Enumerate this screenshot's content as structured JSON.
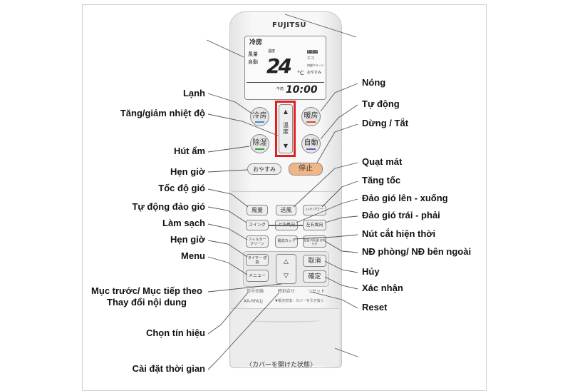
{
  "left_labels": [
    "Lạnh",
    "Tăng/giảm nhiệt độ",
    "Hút ẩm",
    "Hẹn giờ",
    "Tốc độ gió",
    "Tự động đảo gió",
    "Làm sạch",
    "Hẹn giờ",
    "Menu",
    "Mục trước/ Mục tiếp theo",
    "Thay đổi nội dung",
    "Chọn tín hiệu",
    "Cài đặt thời gian"
  ],
  "right_labels": [
    "Nóng",
    "Tự động",
    "Dừng / Tắt",
    "Quạt mát",
    "Tăng tốc",
    "Đảo gió lên - xuống",
    "Đảo gió trái - phải",
    "Nút cắt hiện thời",
    "NĐ phòng/ NĐ bên ngoài",
    "Hủy",
    "Xác nhận",
    "Reset"
  ],
  "remote": {
    "brand": "FUJITSU",
    "lcd": {
      "mode": "冷房",
      "fan": "風量",
      "fan_mode": "自動",
      "temp_label": "温度",
      "temperature": "24",
      "unit": "°C",
      "side": "イオン",
      "side2": "エコ",
      "side3": "内部クリーン",
      "side4": "おやすみ",
      "time_prefix": "午前",
      "time": "10:00"
    },
    "buttons": {
      "cool": "冷房",
      "heat": "暖房",
      "dry": "除湿",
      "auto": "自動",
      "temp": "温度",
      "temp_up": "▲",
      "temp_down": "▼",
      "sleep": "おやすみ",
      "stop": "停止",
      "fan_speed": "風量",
      "fan_only": "送風",
      "high_power": "ハイパワー",
      "swing": "スイング",
      "vertical": "上下風向",
      "horizontal": "左右風向",
      "filter": "フィルター クリーン",
      "current_cut": "電流カット",
      "temp_display": "室温·外気温 お知らせ",
      "timer": "タイマー 切換",
      "menu": "メニュー",
      "up": "△",
      "down": "▽",
      "cancel": "取消",
      "confirm": "確定"
    },
    "small_text": {
      "signal": "信号切換",
      "clock": "時刻合せ",
      "reset": "リセット",
      "model": "AR-RFA1J",
      "battery": "▼電池交換：カバーを引き抜く"
    },
    "caption": "〈カバーを開けた状態〉"
  },
  "colors": {
    "highlight": "#e02020",
    "stop_button": "#f2b585",
    "cool": "#3a8fd0",
    "heat": "#d84a2a",
    "dry": "#3aa040",
    "auto": "#6a5ab0"
  }
}
